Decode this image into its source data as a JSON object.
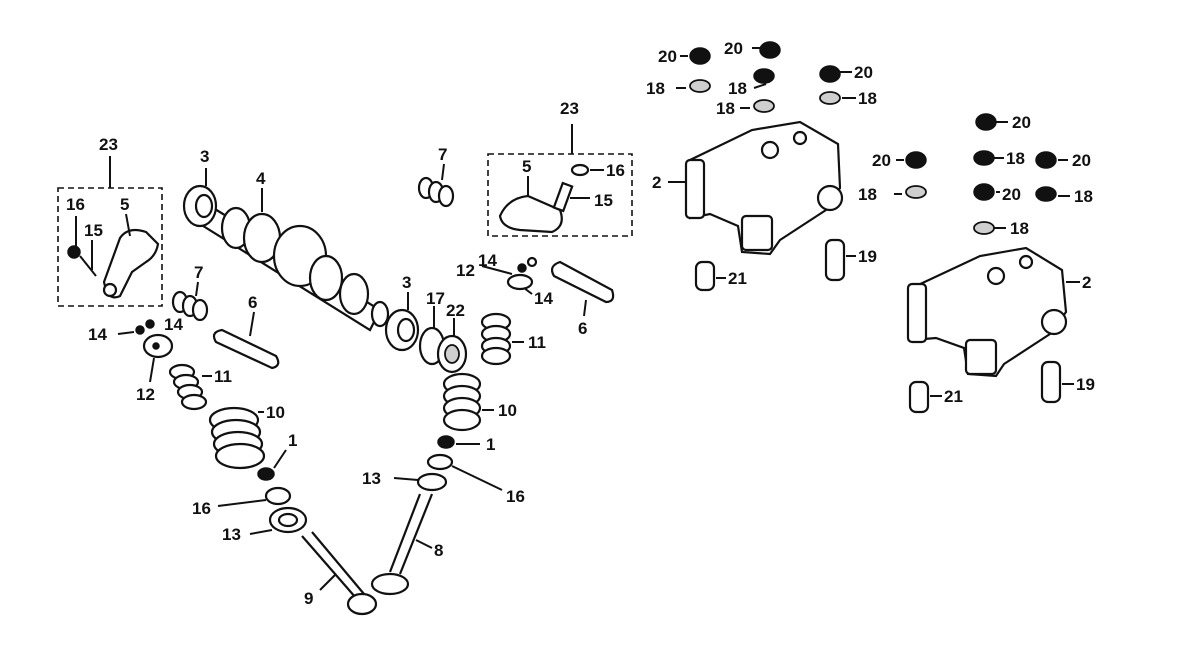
{
  "labels": {
    "l23a": "23",
    "l16a": "16",
    "l5a": "5",
    "l15a": "15",
    "l3a": "3",
    "l4": "4",
    "l7a": "7",
    "l6a": "6",
    "l14a": "14",
    "l14b": "14",
    "l12a": "12",
    "l11a": "11",
    "l10a": "10",
    "l1a": "1",
    "l16b": "16",
    "l13a": "13",
    "l9": "9",
    "l7b": "7",
    "l23b": "23",
    "l5b": "5",
    "l16c": "16",
    "l15b": "15",
    "l12b": "12",
    "l14c": "14",
    "l14d": "14",
    "l6b": "6",
    "l3b": "3",
    "l17": "17",
    "l22": "22",
    "l11b": "11",
    "l10b": "10",
    "l1b": "1",
    "l13b": "13",
    "l16d": "16",
    "l8": "8",
    "l20a": "20",
    "l20b": "20",
    "l20c": "20",
    "l18a": "18",
    "l18b": "18",
    "l18c": "18",
    "l18d": "18",
    "l2a": "2",
    "l21a": "21",
    "l19a": "19",
    "l20d": "20",
    "l20e": "20",
    "l18e": "18",
    "l20f": "20",
    "l18f": "18",
    "l20g": "20",
    "l18g": "18",
    "l18h": "18",
    "l2b": "2",
    "l21b": "21",
    "l19b": "19"
  }
}
